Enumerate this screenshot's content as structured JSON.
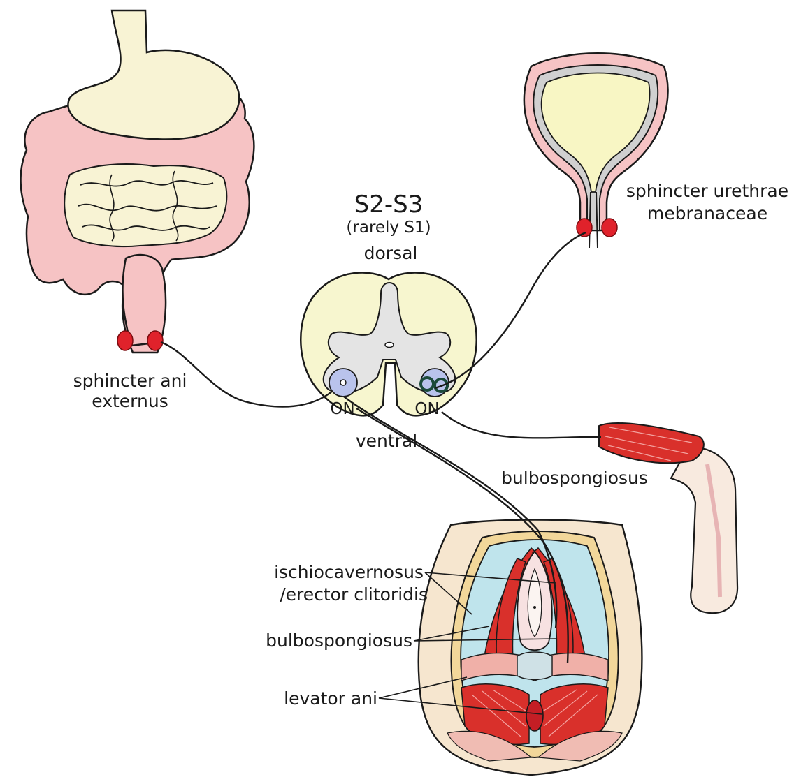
{
  "segment": {
    "level": "S2-S3",
    "note": "(rarely S1)",
    "dorsal": "dorsal",
    "ventral": "ventral",
    "onuf_left": "ON",
    "onuf_right": "ON"
  },
  "labels": {
    "sphincter_ani_line1": "sphincter ani",
    "sphincter_ani_line2": "externus",
    "sphincter_urethrae_line1": "sphincter urethrae",
    "sphincter_urethrae_line2": "mebranaceae",
    "bulbospongiosus_male": "bulbospongiosus",
    "ischiocavernosus_line1": "ischiocavernosus",
    "ischiocavernosus_line2": "/erector clitoridis",
    "bulbospongiosus_female": "bulbospongiosus",
    "levator_ani": "levator ani"
  },
  "colors": {
    "intestine": "#f6c3c4",
    "stomach": "#f8f3d4",
    "sphincter": "#e0222b",
    "muscle": "#d9302b",
    "spinal_white": "#f7f6cf",
    "spinal_grey": "#e4e4e4",
    "onuf_nucleus": "#b9c3ec",
    "bladder_fill": "#f8f6c4",
    "skin": "#f6e6cf"
  }
}
